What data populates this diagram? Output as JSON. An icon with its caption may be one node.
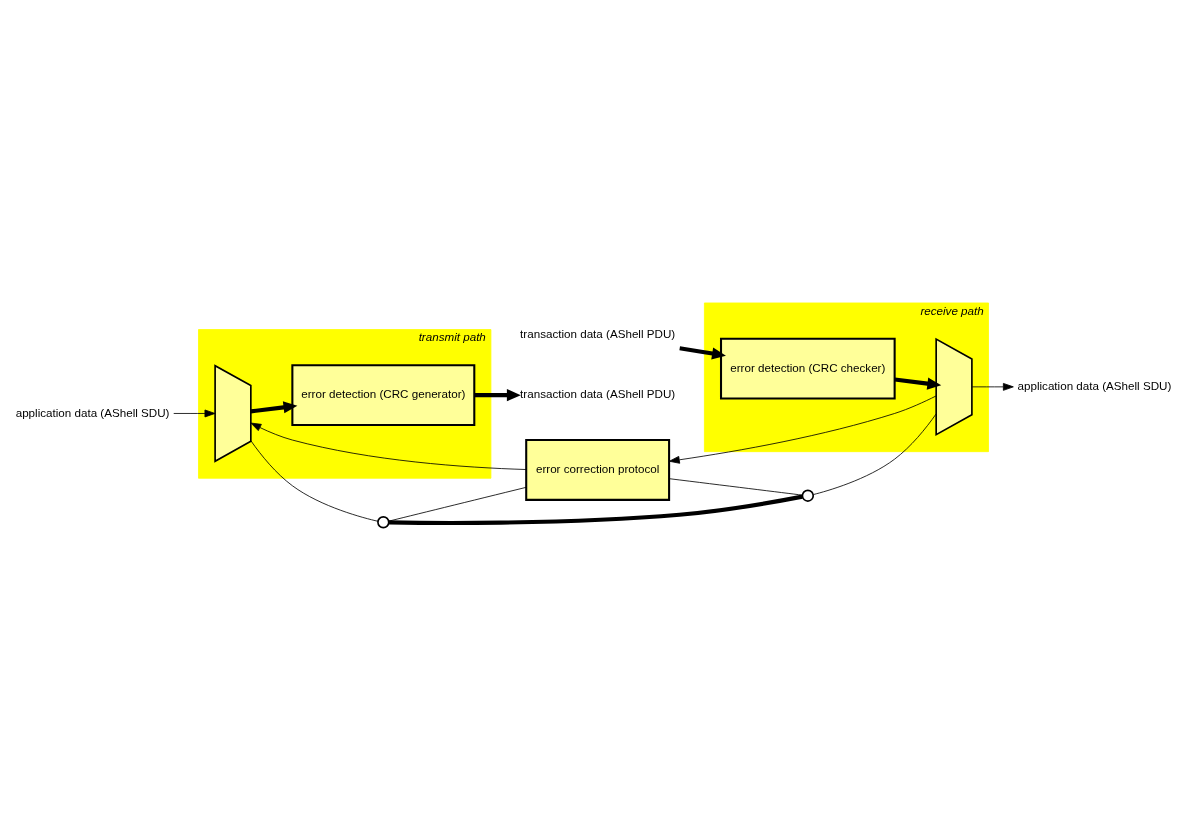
{
  "diagram": {
    "nodes": [
      {
        "text": [
          "transmit path"
        ]
      },
      {
        "text": [],
        "shape": "trapezoid",
        "in": 0
      },
      {
        "text": [
          "error detection (CRC generator)"
        ],
        "in": 0
      },
      {
        "text": [
          "application data (AShell SDU)"
        ]
      },
      {
        "text": [
          "transaction data (AShell PDU)"
        ]
      },
      {
        "text": [],
        "shape": "switch"
      },
      {
        "text": [
          "error correction protocol"
        ]
      },
      {
        "text": [],
        "shape": "switch"
      },
      {
        "text": [
          "receive path"
        ]
      },
      {
        "text": [],
        "shape": "trapezoid",
        "in": 8
      },
      {
        "text": [
          "error detection (CRC checker)"
        ],
        "in": 8
      },
      {
        "text": [
          "transaction data (AShell PDU)"
        ]
      },
      {
        "text": [
          "application data (AShell SDU)"
        ]
      }
    ],
    "edges": [
      {
        "from": 3,
        "to": 1,
        "arrow": "to"
      },
      {
        "from": 1,
        "to": 2,
        "arrow": "to",
        "style": "thick"
      },
      {
        "from": 2,
        "to": 4,
        "arrow": "to",
        "style": "thick"
      },
      {
        "from": 6,
        "to": 1,
        "arrow": "to"
      },
      {
        "from": 1,
        "to": 5,
        "arrow": "none"
      },
      {
        "from": 5,
        "to": 6,
        "arrow": "none"
      },
      {
        "from": 5,
        "to": 7,
        "arrow": "none",
        "style": "thick"
      },
      {
        "from": 9,
        "to": 6,
        "arrow": "to"
      },
      {
        "from": 6,
        "to": 7,
        "arrow": "none"
      },
      {
        "from": 7,
        "to": 9,
        "arrow": "none"
      },
      {
        "from": 11,
        "to": 10,
        "arrow": "to",
        "style": "thick"
      },
      {
        "from": 10,
        "to": 9,
        "arrow": "to",
        "style": "thick"
      },
      {
        "from": 9,
        "to": 12,
        "arrow": "to"
      }
    ]
  }
}
